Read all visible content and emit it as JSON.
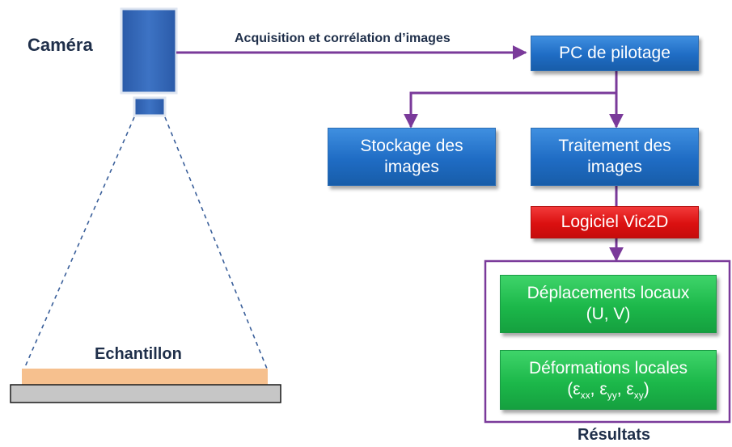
{
  "labels": {
    "camera": "Caméra",
    "acquisition": "Acquisition et corrélation d’images",
    "sample": "Echantillon",
    "results": "Résultats"
  },
  "boxes": {
    "pc": "PC de pilotage",
    "storage": [
      "Stockage des",
      "images"
    ],
    "processing": [
      "Traitement des",
      "images"
    ],
    "software": "Logiciel Vic2D",
    "displacements": [
      "Déplacements locaux",
      "(U, V)"
    ],
    "deformations_title": "Déformations locales",
    "deformations_symbols": {
      "open": "(",
      "eps1": "ε",
      "sub1": "xx",
      "sep1": ", ",
      "eps2": "ε",
      "sub2": "yy",
      "sep2": ", ",
      "eps3": "ε",
      "sub3": "xy",
      "close": ")"
    }
  },
  "colors": {
    "arrow": "#7a3a9a",
    "results_frame": "#7a3a9a",
    "camera_body": "#2f64b5",
    "sample": "#f6c08e",
    "base": "#c6c6c6",
    "box_blue": "#1f6cc4",
    "box_red": "#db1010",
    "box_green": "#1cb84a"
  }
}
